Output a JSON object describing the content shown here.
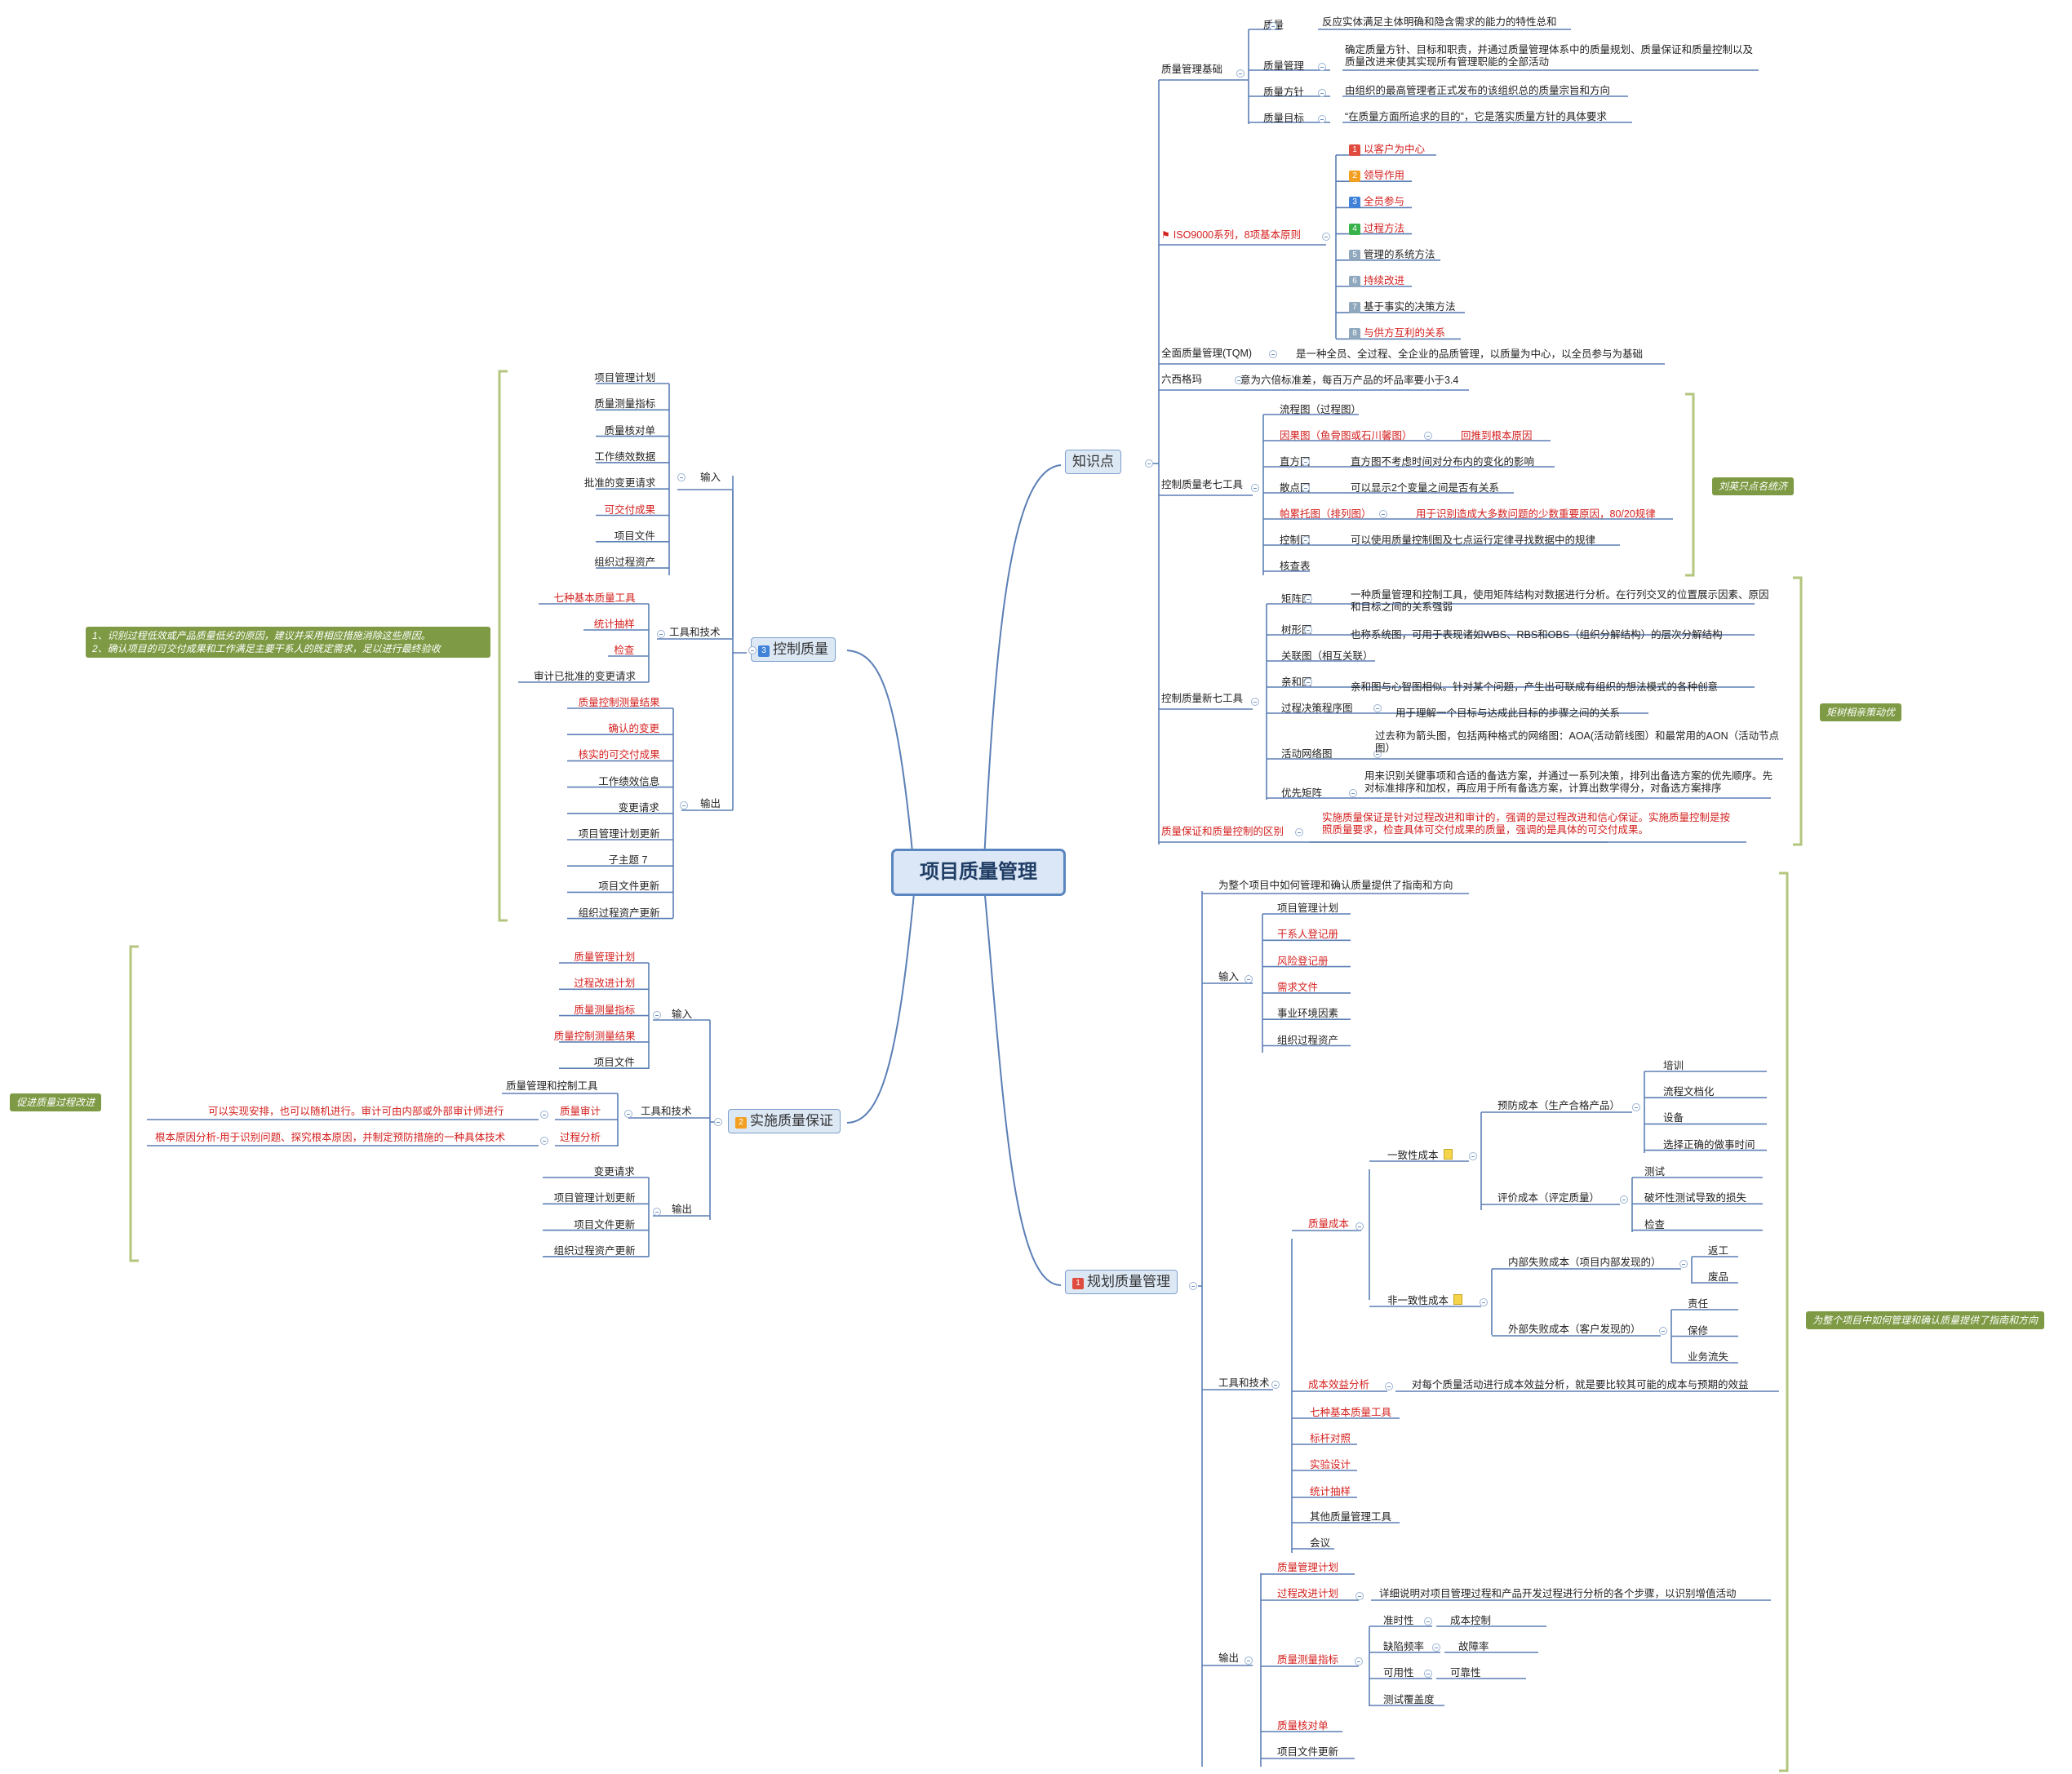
{
  "center": "项目质量管理",
  "branches": {
    "zsd": "知识点",
    "ghzl": "规划质量管理",
    "kzzl": "控制质量",
    "sszlbz": "实施质量保证"
  },
  "badges": {
    "ghzl": "1",
    "sszlbz": "2",
    "kzzl": "3"
  },
  "colors": {
    "line": "#5b7fb5",
    "main_border": "#7da0cc",
    "red_text": "#d4201f",
    "bracket": "#b3c67d",
    "summary_bg": "#7e9a44",
    "badge_red": "#e04b3f",
    "badge_orange": "#f3a022",
    "badge_blue": "#3f82d8",
    "badge_green": "#38b24a",
    "badge_gray": "#8fa8bd"
  },
  "zsd": {
    "jichu": {
      "label": "质量管理基础",
      "zl": {
        "label": "质量",
        "desc": "反应实体满足主体明确和隐含需求的能力的特性总和"
      },
      "zlgl": {
        "label": "质量管理",
        "desc": "确定质量方针、目标和职责，并通过质量管理体系中的质量规划、质量保证和质量控制以及质量改进来使其实现所有管理职能的全部活动"
      },
      "zlfz": {
        "label": "质量方针",
        "desc": "由组织的最高管理者正式发布的该组织总的质量宗旨和方向"
      },
      "zlmb": {
        "label": "质量目标",
        "desc": "“在质量方面所追求的目的”，它是落实质量方针的具体要求"
      }
    },
    "iso": {
      "label": "ISO9000系列，8项基本原则",
      "items": [
        "以客户为中心",
        "领导作用",
        "全员参与",
        "过程方法",
        "管理的系统方法",
        "持续改进",
        "基于事实的决策方法",
        "与供方互利的关系"
      ],
      "nums": [
        "1",
        "2",
        "3",
        "4",
        "5",
        "6",
        "7",
        "8"
      ]
    },
    "tqm": {
      "label": "全面质量管理(TQM)",
      "desc": "是一种全员、全过程、全企业的品质管理，以质量为中心，以全员参与为基础"
    },
    "six": {
      "label": "六西格玛",
      "desc": "意为六倍标准差，每百万产品的坏品率要小于3.4"
    },
    "old7": {
      "label": "控制质量老七工具",
      "lct": "流程图（过程图）",
      "ygt": "因果图（鱼骨图或石川馨图）",
      "ygt_d": "回推到根本原因",
      "zft": "直方图",
      "zft_d": "直方图不考虑时间对分布内的变化的影响",
      "sdt": "散点图",
      "sdt_d": "可以显示2个变量之间是否有关系",
      "plt": "帕累托图（排列图）",
      "plt_d": "用于识别造成大多数问题的少数重要原因，80/20规律",
      "kzt": "控制图",
      "kzt_d": "可以使用质量控制图及七点运行定律寻找数据中的规律",
      "hcb": "核查表",
      "summary": "刘英只点名统济"
    },
    "new7": {
      "label": "控制质量新七工具",
      "jzt": "矩阵图",
      "jzt_d": "一种质量管理和控制工具，使用矩阵结构对数据进行分析。在行列交叉的位置展示因素、原因和目标之间的关系强弱",
      "sxt": "树形图",
      "sxt_d": "也称系统图，可用于表现诸如WBS、RBS和OBS（组织分解结构）的层次分解结构",
      "glt": "关联图（相互关联）",
      "qht": "亲和图",
      "qht_d": "亲和图与心智图相似。针对某个问题，产生出可联成有组织的想法模式的各种创意",
      "gcjc": "过程决策程序图",
      "gcjc_d": "用于理解一个目标与达成此目标的步骤之间的关系",
      "hdwl": "活动网络图",
      "hdwl_d": "过去称为箭头图，包括两种格式的网络图：AOA(活动箭线图）和最常用的AON（活动节点图）",
      "yxjz": "优先矩阵",
      "yxjz_d": "用来识别关键事项和合适的备选方案，并通过一系列决策，排列出备选方案的优先顺序。先对标准排序和加权，再应用于所有备选方案，计算出数学得分，对备选方案排序",
      "summary": "矩树相亲策动优"
    },
    "qubie": {
      "label": "质量保证和质量控制的区别",
      "desc": "实施质量保证是针对过程改进和审计的，强调的是过程改进和信心保证。实施质量控制是按照质量要求，检查具体可交付成果的质量，强调的是具体的可交付成果。"
    }
  },
  "gh": {
    "top": "为整个项目中如何管理和确认质量提供了指南和方向",
    "shuru": {
      "label": "输入",
      "items": [
        "项目管理计划",
        "干系人登记册",
        "风险登记册",
        "需求文件",
        "事业环境因素",
        "组织过程资产"
      ]
    },
    "gjjs": {
      "label": "工具和技术",
      "zlcb": "质量成本",
      "yzx": "一致性成本",
      "yfcb": "预防成本（生产合格产品）",
      "yf_items": [
        "培训",
        "流程文档化",
        "设备",
        "选择正确的做事时间"
      ],
      "pjcb": "评价成本（评定质量）",
      "pj_items": [
        "测试",
        "破坏性测试导致的损失",
        "检查"
      ],
      "fyzx": "非一致性成本",
      "nbsb": "内部失败成本（项目内部发现的）",
      "nb_items": [
        "返工",
        "废品"
      ],
      "wbsb": "外部失败成本（客户发现的）",
      "wb_items": [
        "责任",
        "保修",
        "业务流失"
      ],
      "cbxy": "成本效益分析",
      "cbxy_d": "对每个质量活动进行成本效益分析，就是要比较其可能的成本与预期的效益",
      "qz": "七种基本质量工具",
      "bgdb": "标杆对照",
      "syjs": "实验设计",
      "tjcy": "统计抽样",
      "qt": "其他质量管理工具",
      "hy": "会议"
    },
    "shuchu": {
      "label": "输出",
      "zlgljh": "质量管理计划",
      "gcgj": "过程改进计划",
      "gcgj_d": "详细说明对项目管理过程和产品开发过程进行分析的各个步骤，以识别增值活动",
      "zlcl": "质量测量指标",
      "zsx": "准时性",
      "cbkz": "成本控制",
      "qxpl": "缺陷频率",
      "gzl": "故障率",
      "kyx": "可用性",
      "kkx": "可靠性",
      "csfg": "测试覆盖度",
      "zlhdd": "质量核对单",
      "xmwjgx": "项目文件更新"
    },
    "summary": "为整个项目中如何管理和确认质量提供了指南和方向"
  },
  "kz": {
    "shuru": {
      "label": "输入",
      "items": [
        "项目管理计划",
        "质量测量指标",
        "质量核对单",
        "工作绩效数据",
        "批准的变更请求",
        "可交付成果",
        "项目文件",
        "组织过程资产"
      ]
    },
    "gjjs": {
      "label": "工具和技术",
      "items": [
        "七种基本质量工具",
        "统计抽样",
        "检查",
        "审计已批准的变更请求"
      ]
    },
    "shuchu": {
      "label": "输出",
      "items": [
        "质量控制测量结果",
        "确认的变更",
        "核实的可交付成果",
        "工作绩效信息",
        "变更请求",
        "项目管理计划更新",
        "子主题 7",
        "项目文件更新",
        "组织过程资产更新"
      ]
    },
    "summary": "1、识别过程低效或产品质量低劣的原因，建议并采用相应措施消除这些原因。\n2、确认项目的可交付成果和工作满足主要干系人的既定需求，足以进行最终验收"
  },
  "ss": {
    "shuru": {
      "label": "输入",
      "items": [
        "质量管理计划",
        "过程改进计划",
        "质量测量指标",
        "质量控制测量结果",
        "项目文件"
      ]
    },
    "gjjs": {
      "label": "工具和技术",
      "zlgl": "质量管理和控制工具",
      "zlsj": "质量审计",
      "zlsj_d": "可以实现安排，也可以随机进行。审计可由内部或外部审计师进行",
      "gcfx": "过程分析",
      "gcfx_d": "根本原因分析-用于识别问题、探究根本原因，并制定预防措施的一种具体技术"
    },
    "shuchu": {
      "label": "输出",
      "items": [
        "变更请求",
        "项目管理计划更新",
        "项目文件更新",
        "组织过程资产更新"
      ]
    },
    "summary": "促进质量过程改进"
  }
}
